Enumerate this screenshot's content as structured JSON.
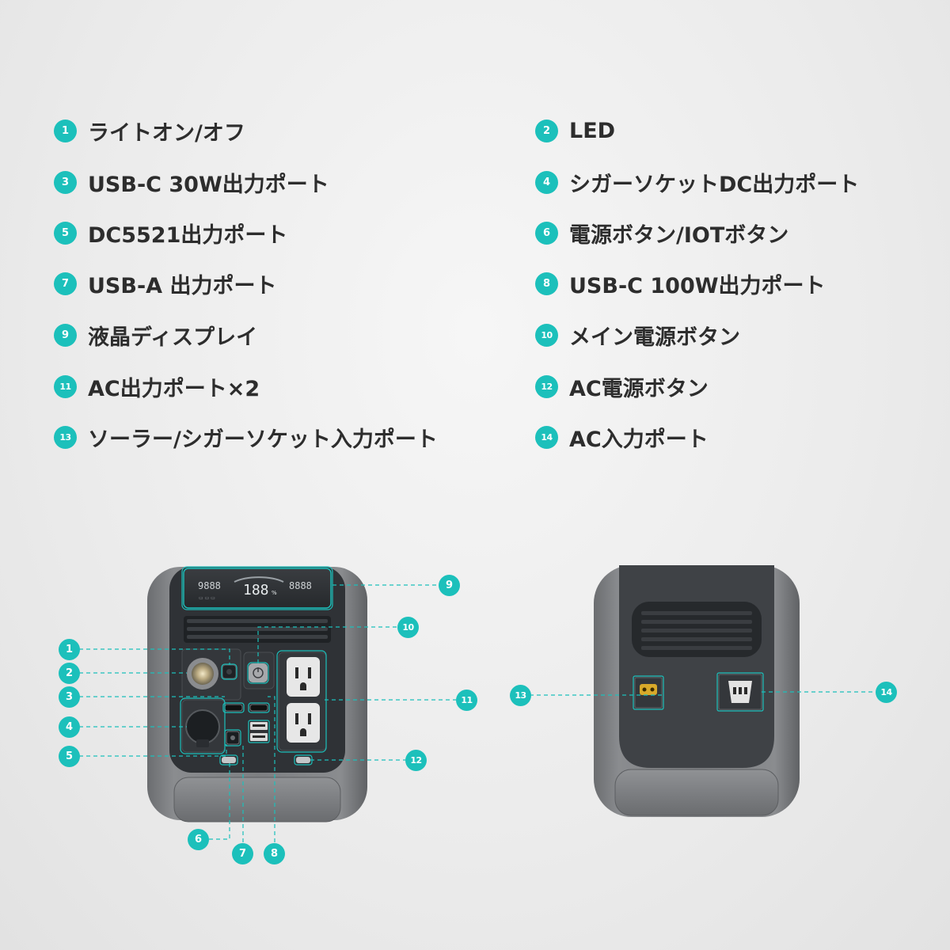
{
  "legend": [
    {
      "num": "1",
      "label": "ライトオン/オフ"
    },
    {
      "num": "2",
      "label": "LED"
    },
    {
      "num": "3",
      "label": "USB-C 30W出力ポート"
    },
    {
      "num": "4",
      "label": "シガーソケットDC出力ポート"
    },
    {
      "num": "5",
      "label": "DC5521出力ポート"
    },
    {
      "num": "6",
      "label": "電源ボタン/IOTボタン"
    },
    {
      "num": "7",
      "label": "USB-A 出力ポート"
    },
    {
      "num": "8",
      "label": "USB-C 100W出力ポート"
    },
    {
      "num": "9",
      "label": "液晶ディスプレイ"
    },
    {
      "num": "10",
      "label": "メイン電源ボタン"
    },
    {
      "num": "11",
      "label": "AC出力ポート×2"
    },
    {
      "num": "12",
      "label": "AC電源ボタン"
    },
    {
      "num": "13",
      "label": "ソーラー/シガーソケット入力ポート"
    },
    {
      "num": "14",
      "label": "AC入力ポート"
    }
  ],
  "display": {
    "left_value": "9888",
    "center_value": "188",
    "center_unit": "%",
    "right_value": "8888"
  },
  "accent_color": "#1cc0bb"
}
